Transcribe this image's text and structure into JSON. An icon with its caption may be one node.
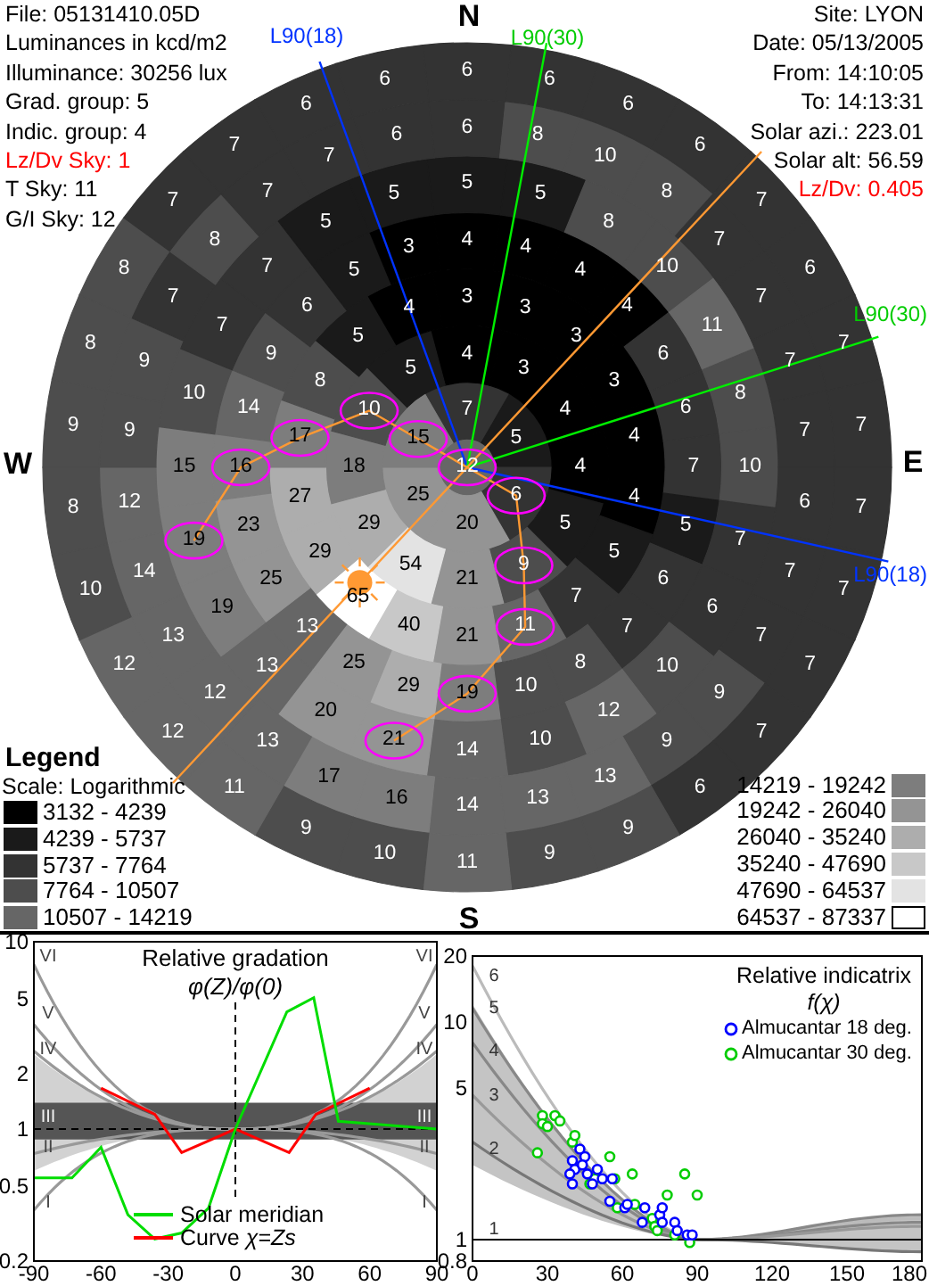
{
  "diagram": {
    "labels": [
      "File: 05131410.05D",
      "Luminances in kcd/m2",
      "Illuminance: 30256 lux",
      "Grad. group: 5",
      "Indic. group: 4",
      "Lz/Dv Sky: 1",
      "T Sky: 11",
      "G/I Sky: 12",
      "Site: LYON",
      "Date: 05/13/2005",
      "From: 14:10:05",
      "To: 14:13:31",
      "Solar azi.: 223.01",
      "Solar alt: 56.59",
      "Lz/Dv: 0.405",
      "N",
      "L90(18)",
      "L90(30)",
      "W",
      "E",
      "L90(30)",
      "L90(18)",
      "12",
      "7",
      "5",
      "6",
      "20",
      "25",
      "15",
      "4",
      "3",
      "4",
      "4",
      "5",
      "9",
      "21",
      "54",
      "29",
      "18",
      "10",
      "5",
      "3",
      "3",
      "3",
      "3",
      "4",
      "4",
      "5",
      "7",
      "11",
      "21",
      "40",
      "65",
      "29",
      "27",
      "17",
      "8",
      "5",
      "4",
      "4",
      "4",
      "4",
      "4",
      "6",
      "6",
      "7",
      "5",
      "6",
      "7",
      "8",
      "10",
      "19",
      "29",
      "25",
      "13",
      "25",
      "23",
      "16",
      "14",
      "9",
      "6",
      "5",
      "3",
      "5",
      "5",
      "8",
      "10",
      "11",
      "8",
      "10",
      "7",
      "6",
      "10",
      "12",
      "10",
      "14",
      "21",
      "20",
      "13",
      "19",
      "19",
      "15",
      "10",
      "7",
      "7",
      "5",
      "5",
      "6",
      "8",
      "10",
      "8",
      "7",
      "7",
      "7",
      "7",
      "6",
      "7",
      "7",
      "9",
      "9",
      "13",
      "13",
      "14",
      "16",
      "17",
      "13",
      "12",
      "13",
      "14",
      "12",
      "9",
      "9",
      "7",
      "8",
      "7",
      "7",
      "6",
      "6",
      "6",
      "6",
      "6",
      "7",
      "6",
      "7",
      "7",
      "7",
      "7",
      "7",
      "7",
      "6",
      "9",
      "9",
      "11",
      "10",
      "9",
      "11",
      "12",
      "12",
      "10",
      "8",
      "9",
      "8",
      "8",
      "7",
      "7",
      "6",
      "6",
      "Legend",
      "Scale: Logarithmic",
      "S",
      "Relative gradation",
      "φ(Z)/φ(0)",
      "10",
      "5",
      "2",
      "1",
      "0.5",
      "0.2",
      "VI",
      "VI",
      "V",
      "V",
      "IV",
      "IV",
      "III",
      "III",
      "II",
      "II",
      "I",
      "I",
      "-90",
      "-60",
      "-30",
      "0",
      "30",
      "60",
      "90",
      "Relative indicatrix",
      "f(χ)",
      "20",
      "10",
      "5",
      "1",
      "0.8",
      "6",
      "5",
      "4",
      "3",
      "2",
      "1",
      "0",
      "30",
      "60",
      "90",
      "120",
      "150",
      "180"
    ],
    "legend": [
      {
        "text": "3132 - 4239",
        "color": "#000000"
      },
      {
        "text": "4239 - 5737",
        "color": "#1a1a1a"
      },
      {
        "text": "5737 - 7764",
        "color": "#333333"
      },
      {
        "text": "7764 - 10507",
        "color": "#4d4d4d"
      },
      {
        "text": "10507 - 14219",
        "color": "#666666"
      },
      {
        "text": "14219 - 19242",
        "color": "#7d7d7d"
      },
      {
        "text": "19242 - 26040",
        "color": "#949494"
      },
      {
        "text": "26040 - 35240",
        "color": "#adadad"
      },
      {
        "text": "35240 - 47690",
        "color": "#c8c8c8"
      },
      {
        "text": "47690 - 64537",
        "color": "#e3e3e3"
      },
      {
        "text": "64537 - 87337",
        "color": "#ffffff"
      },
      {
        "text": "Solar meridian"
      },
      {
        "text": "Curve *χ=Zs*"
      },
      {
        "text": "Almucantar 18 deg."
      },
      {
        "text": "Almucantar 30 deg."
      }
    ]
  }
}
